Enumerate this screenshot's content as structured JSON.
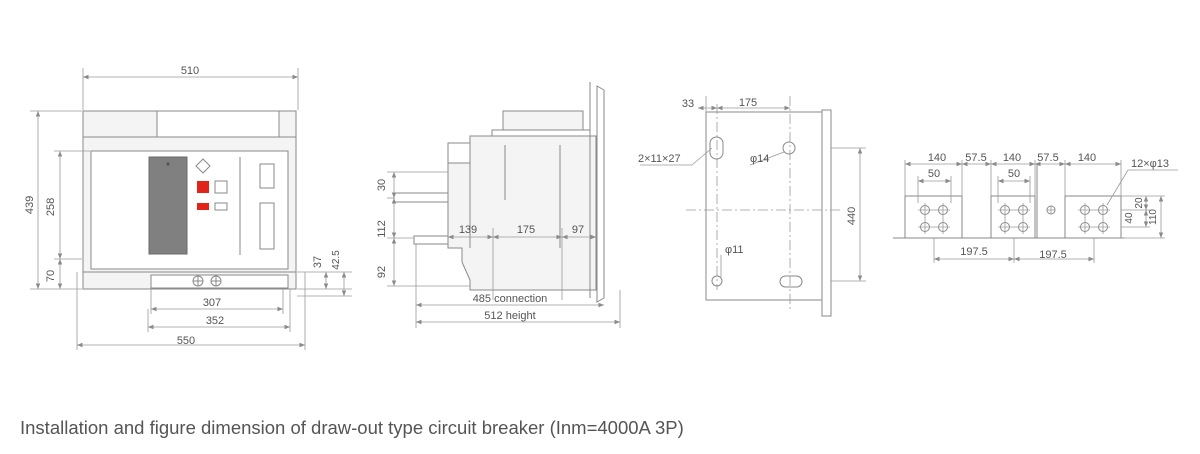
{
  "caption": "Installation and figure dimension of draw-out type circuit breaker (Inm=4000A 3P)",
  "colors": {
    "line": "#8a8a8a",
    "text": "#555555",
    "indicator_red": "#e2231a",
    "panel_gray": "#808080"
  },
  "front_view": {
    "width_top": "510",
    "height_total": "439",
    "height_inner": "258",
    "bottom_offset": "70",
    "w307": "307",
    "w352": "352",
    "w550": "550",
    "d37": "37",
    "d42_5": "42.5"
  },
  "side_view": {
    "d30": "30",
    "d112": "112",
    "d92": "92",
    "d139": "139",
    "d175": "175",
    "d97": "97",
    "connection": "485 connection",
    "height": "512 height"
  },
  "mounting_view": {
    "d33": "33",
    "d175": "175",
    "slot": "2×11×27",
    "hole14": "φ14",
    "hole11": "φ11",
    "height": "440"
  },
  "terminal_view": {
    "p140a": "140",
    "p57_5a": "57.5",
    "p140b": "140",
    "p57_5b": "57.5",
    "p140c": "140",
    "holes": "12×φ13",
    "w50a": "50",
    "w50b": "50",
    "v40": "40",
    "v20": "20",
    "v110": "110",
    "s197_5a": "197.5",
    "s197_5b": "197.5"
  }
}
